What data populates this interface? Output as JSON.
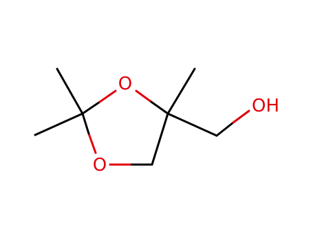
{
  "molecule": {
    "atom_labels": {
      "ring_oxygen_top": "O",
      "ring_oxygen_bottom": "O",
      "hydroxyl": "OH"
    },
    "colors": {
      "bond": "#000000",
      "heteroatom": "#e0000b",
      "background": "#ffffff"
    }
  }
}
